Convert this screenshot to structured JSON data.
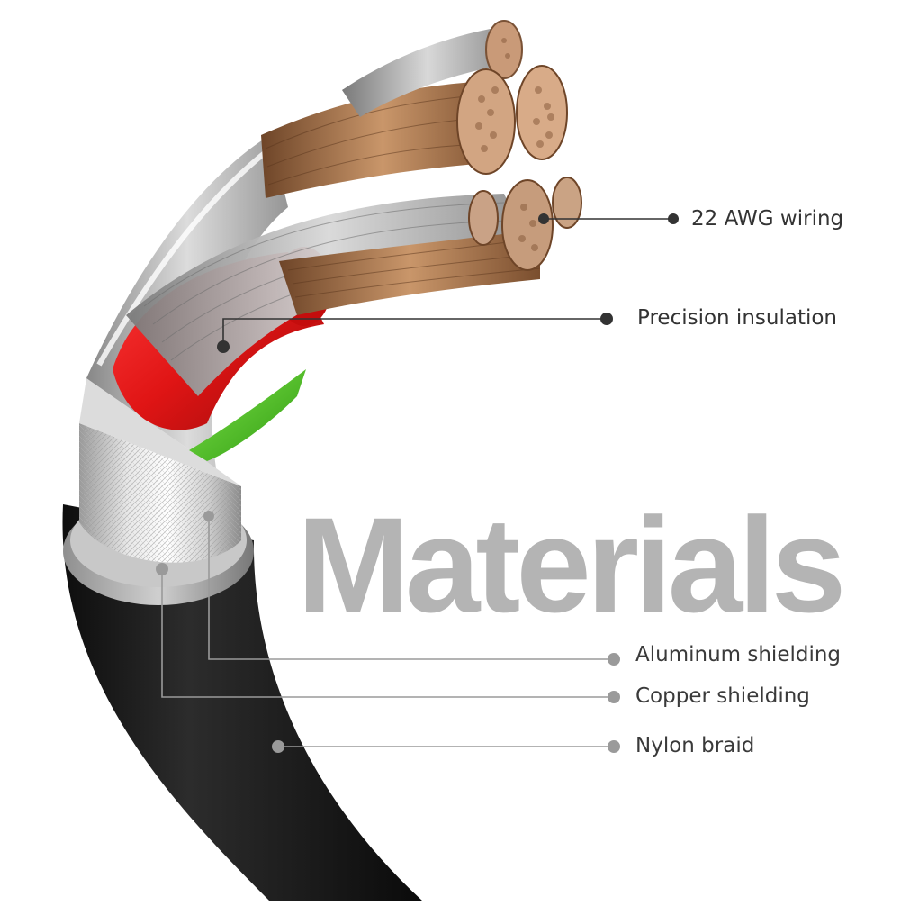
{
  "title": "Materials",
  "labels": {
    "wiring": "22 AWG wiring",
    "insulation": "Precision insulation",
    "aluminum": "Aluminum shielding",
    "copper": "Copper shielding",
    "nylon": "Nylon braid"
  },
  "colors": {
    "title": "#b4b4b4",
    "dark_callout": "#333333",
    "grey_callout": "#9a9a9a",
    "jacket": "#1f1f1f",
    "insulation_red": "#e01515",
    "insulation_green": "#4cc21c",
    "copper": "#b8855a"
  }
}
